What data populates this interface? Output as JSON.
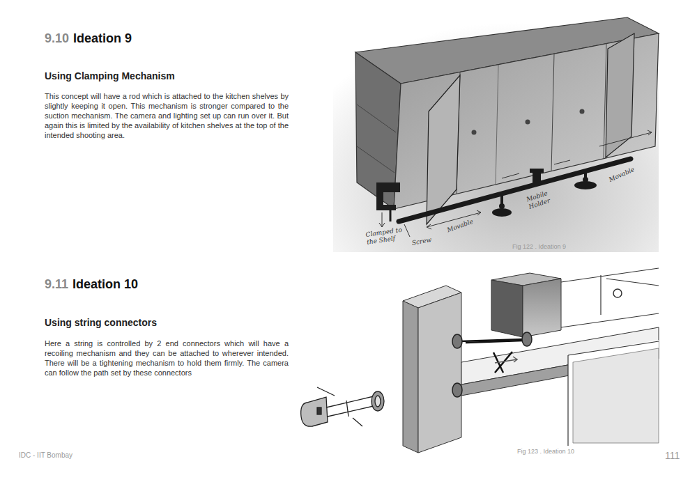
{
  "diagram": {
    "labels": [
      "9.10",
      "Ideation 9",
      "Using Clamping Mechanism",
      "This concept will have a rod which is attached to the kitchen shelves by slightly keeping it open. This mechanism is stronger compared to the suction mechanism. The camera and lighting set up can run over it. But again this is limited by the availability of kitchen shelves at the top of the intended shooting area.",
      "Clamped to the Shelf",
      "Screw",
      "Movable",
      "Mobile Holder",
      "Movable",
      "Fig 122 . Ideation 9",
      "9.11",
      "Ideation 10",
      "Using string connectors",
      "Here a string is controlled by 2 end connectors which will have a recoiling mechanism and they can be attached to wherever intended. There will be a tightening mechanism to hold them firmly. The camera can follow the path set by these connectors",
      "Fig 123 . Ideation 10",
      "IDC - IIT Bombay",
      "111"
    ]
  }
}
